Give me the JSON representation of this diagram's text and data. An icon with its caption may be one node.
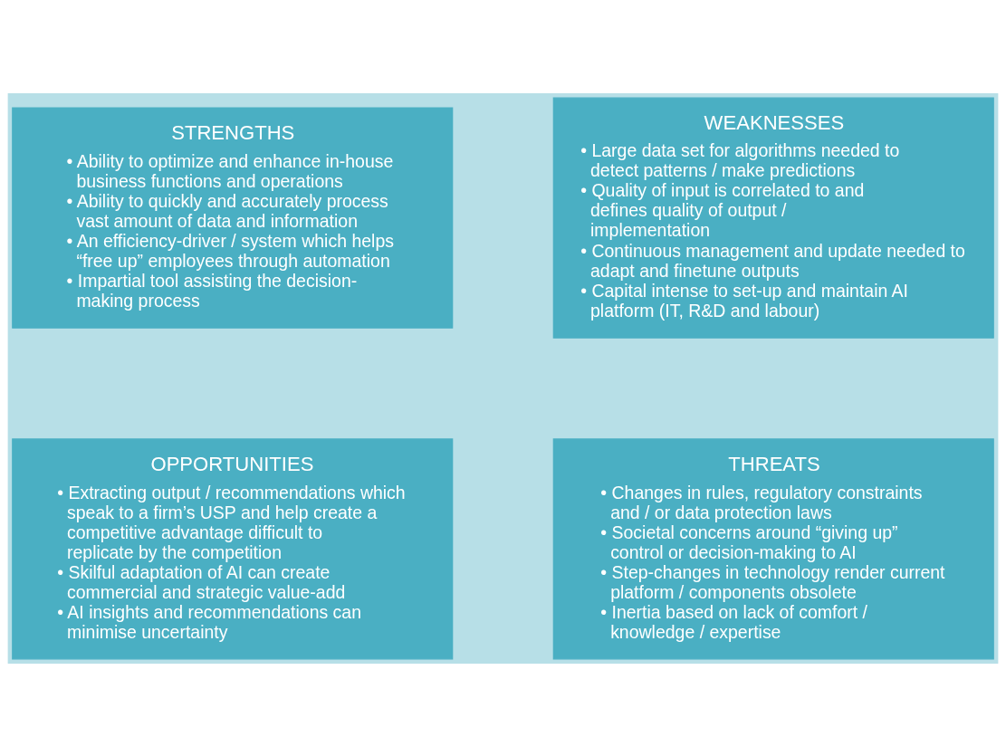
{
  "diagram": {
    "nodes": [
      {
        "text": [
          "STRENGTHS",
          "• Ability to optimize and enhance in-house business functions and operations",
          "• Ability to quickly and accurately process vast amount of data and information",
          "• An efficiency-driver / system which helps “free up” employees through automation",
          "• Impartial tool assisting the decision-making process"
        ]
      },
      {
        "text": [
          "WEAKNESSES",
          "• Large data set for algorithms needed to detect patterns / make predictions",
          "• Quality of input is correlated to and defines quality of output / implementation",
          "• Continuous management and update needed to adapt and finetune outputs",
          "• Capital intense to set-up and maintain AI platform (IT, R&D and labour)"
        ]
      },
      {
        "text": [
          "OPPORTUNITIES",
          "• Extracting output / recommendations which speak to a firm’s USP and help create a competitive advantage difficult to replicate by the competition",
          "• Skilful adaptation of AI can create commercial and strategic value-add",
          "• AI insights and recommendations can minimise uncertainty"
        ]
      },
      {
        "text": [
          "THREATS",
          "• Changes in rules, regulatory constraints and / or data protection laws",
          "• Societal concerns around “giving up” control or decision-making to AI",
          "• Step-changes in technology render current platform / components obsolete",
          "• Inertia based on lack of comfort / knowledge / expertise"
        ]
      }
    ],
    "edges": []
  }
}
